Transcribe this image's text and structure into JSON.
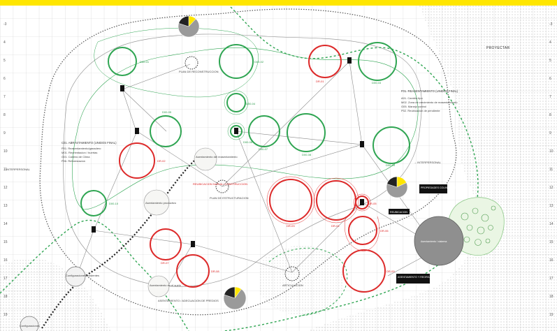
{
  "header": {
    "project_label": "PROYECTAR"
  },
  "axis": {
    "rows": [
      "-3",
      "4",
      "5",
      "6",
      "7",
      "8",
      "9",
      "10",
      "11",
      "12",
      "13",
      "14",
      "15",
      "16",
      "17",
      "18",
      "19"
    ]
  },
  "legend_blocks": {
    "left_title": "C01. ABRASTAMIENTO (UNIDOS FINAL)",
    "left_items": [
      "P01. Reasentamiento/ganadero",
      "M01. Reorientacion / huertas",
      "G01. Cambio de Clima",
      "P06. Reforestacion"
    ],
    "right_title": "F01. REASENTAMIENTO (UNIDOS FINAL)",
    "right_items": [
      "A01. Cambio tipo",
      "M02. Zona de crecimiento de reasentamiento",
      "G05. Manejo control",
      "P02. Reubicacion de pendiente"
    ]
  },
  "zones": {
    "interpersonal_left": "→ INTERPERSONAL",
    "interpersonal_right": "→ INTERPERSONAL"
  },
  "nodes": {
    "top_dashed": "PLAN DE RECONSTRUCCION",
    "mid_dashed": "PLAN DE ESTRUCTURACION",
    "bottom_dashed": "ARTICULACION",
    "bottom_left_dashed": "Configuraciones existentes",
    "far_left_dashed": "Configuraciones",
    "grey_center": "Asentamiento / sistema",
    "tan_left": "Asentamiento productivo",
    "tan_mid": "Asentamiento del reasentamiento",
    "tan_bottom": "Asentamiento en el suelo",
    "mid_text": "ASENTAMIENTO / ADECUACION DE PREDIOS"
  },
  "black_boxes": {
    "box1": "PROPIEDADES COLINDANTES",
    "box2": "REUBICACION",
    "box3": "ASENTAMIENTO Y REORGANIZACION DE PROPIEDADES",
    "sub": "REUBICACION NUEVA / CONSTRUCCION"
  },
  "circle_labels": {
    "g1": "D00-01",
    "g2": "D00-02",
    "g3": "D00-03",
    "g4": "D00-04",
    "g5": "D00-05",
    "g6": "D00-06",
    "g7": "D00-07",
    "g8": "D00-08",
    "g9": "D00-09",
    "g10": "D00-10",
    "r1": "DR-01",
    "r2": "DR-02",
    "r3": "DR-03",
    "r4": "DR-04",
    "r5": "DR-05",
    "r6": "DR-06",
    "r7": "DR-07",
    "r8": "DR-08",
    "r9": "DR-09"
  },
  "pies": [
    {
      "values": [
        12,
        68,
        20
      ],
      "colors": [
        "#ffe600",
        "#9a9a9a",
        "#222222"
      ]
    },
    {
      "values": [
        18,
        62,
        20
      ],
      "colors": [
        "#ffe600",
        "#9a9a9a",
        "#222222"
      ]
    },
    {
      "values": [
        10,
        70,
        20
      ],
      "colors": [
        "#ffe600",
        "#9a9a9a",
        "#222222"
      ]
    }
  ],
  "colors": {
    "green": "#2fa552",
    "red": "#dd2a2a",
    "grey_fill": "#8f8f8f",
    "yellow": "#ffe600"
  }
}
